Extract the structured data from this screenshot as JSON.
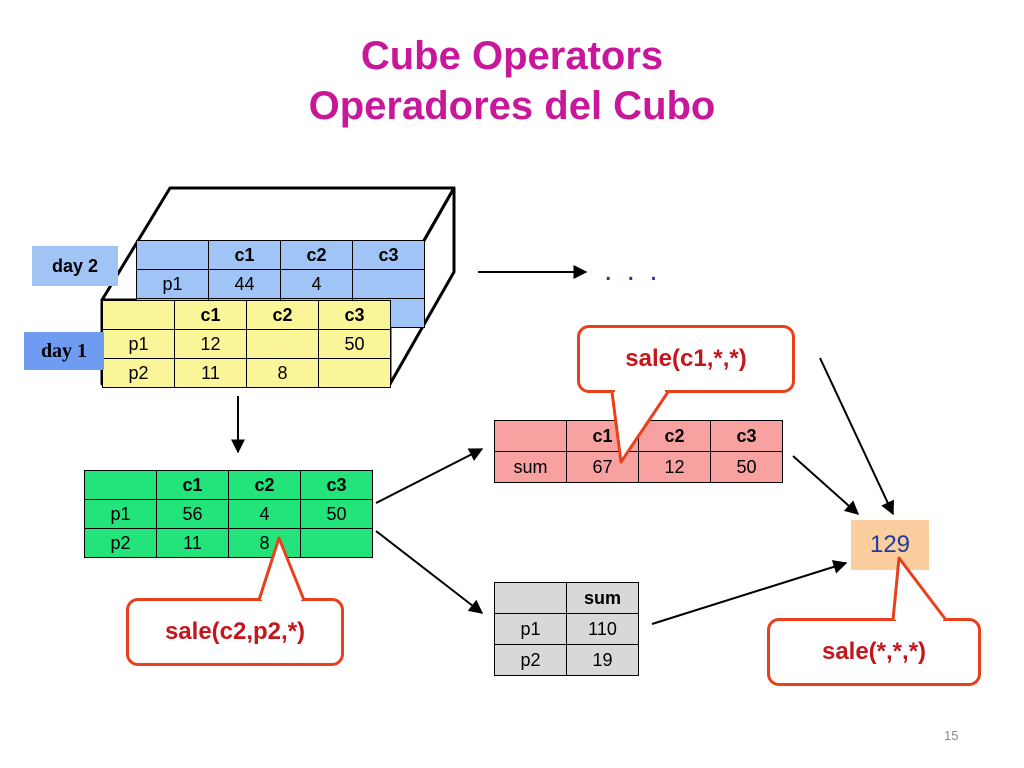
{
  "title_line1": "Cube Operators",
  "title_line2": "Operadores del Cubo",
  "day2": {
    "label": "day 2",
    "rows": [
      [
        "",
        "c1",
        "c2",
        "c3"
      ],
      [
        "p1",
        "44",
        "4",
        ""
      ],
      [
        "",
        "",
        "",
        ""
      ]
    ]
  },
  "day1": {
    "label": "day 1",
    "rows": [
      [
        "",
        "c1",
        "c2",
        "c3"
      ],
      [
        "p1",
        "12",
        "",
        "50"
      ],
      [
        "p2",
        "11",
        "8",
        ""
      ]
    ]
  },
  "combined": {
    "rows": [
      [
        "",
        "c1",
        "c2",
        "c3"
      ],
      [
        "p1",
        "56",
        "4",
        "50"
      ],
      [
        "p2",
        "11",
        "8",
        ""
      ]
    ]
  },
  "col_sum": {
    "rows": [
      [
        "",
        "c1",
        "c2",
        "c3"
      ],
      [
        "sum",
        "67",
        "12",
        "50"
      ]
    ]
  },
  "row_sum": {
    "rows": [
      [
        "",
        "sum"
      ],
      [
        "p1",
        "110"
      ],
      [
        "p2",
        "19"
      ]
    ]
  },
  "ellipsis": ". . .",
  "total": "129",
  "callouts": {
    "c1": "sale(c1,*,*)",
    "c2p2": "sale(c2,p2,*)",
    "all": "sale(*,*,*)"
  },
  "page_number": "15",
  "colors": {
    "title": "#c8179b",
    "day2_table": "#9fc4f5",
    "day1_table": "#fbf59a",
    "day2_tag": "#9fc4f5",
    "day1_tag": "#6f9cf0",
    "combined_table": "#22e47a",
    "col_sum_table": "#f8a1a1",
    "row_sum_table": "#d8d8d8",
    "total_box": "#fbcd9f",
    "callout_border": "#e8401c",
    "callout_text": "#c4161c"
  }
}
